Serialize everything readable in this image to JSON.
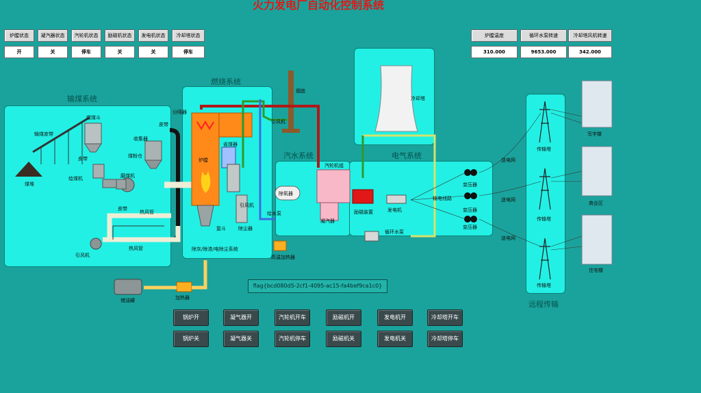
{
  "app_title": "火力发电厂自动化控制系统",
  "status_labels": [
    "炉膛状态",
    "凝汽器状态",
    "汽轮机状态",
    "励磁机状态",
    "发电机状态",
    "冷却塔状态"
  ],
  "status_values": [
    "开",
    "关",
    "停车",
    "关",
    "关",
    "停车"
  ],
  "metrics": [
    {
      "label": "炉膛温度",
      "value": "310.000"
    },
    {
      "label": "循环水泵转速",
      "value": "9653.000"
    },
    {
      "label": "冷却塔风机转速",
      "value": "342.000"
    }
  ],
  "sections": {
    "coal": "输煤系统",
    "combustion": "燃烧系统",
    "steam_water": "汽水系统",
    "electric": "电气系统",
    "transmission": "远程传输"
  },
  "diagram_labels": {
    "coal_belt": "输煤皮带",
    "coal_bucket": "煤煤斗",
    "belt": "皮带",
    "coal_pile": "煤堆",
    "feeder": "给煤机",
    "collector": "收集器",
    "coal_bin": "煤粉仓",
    "mill": "磨煤机",
    "belt2": "皮带",
    "belt3": "皮带",
    "hot_air_pipe": "热风管",
    "hot_air_pipe2": "热风管",
    "induced_fan": "引风机",
    "splitter": "分隔器",
    "chimney": "烟囱",
    "economizer": "省煤器",
    "furnace": "炉膛",
    "induced_fan2": "引风机",
    "cooling_tower": "冷却塔",
    "ash_system": "除灰/除渣/电除尘系统",
    "compressor": "复斗",
    "deduster": "除尘器",
    "induced_fan3": "引风机",
    "feed_pump": "给水泵",
    "deaerator": "除氧器",
    "turbine": "汽轮机组",
    "condenser": "凝汽器",
    "exciter": "励磁装置",
    "generator": "发电机",
    "circ_pump": "循环水泵",
    "hp_heater": "高温加热器",
    "transformer1": "变压器",
    "transformer2": "变压器",
    "transformer3": "变压器",
    "out_line": "输电线路",
    "grid1": "送电网",
    "grid2": "送电网",
    "grid3": "送电网",
    "tower1": "传输塔",
    "tower2": "传输塔",
    "tower3": "传输塔",
    "bldg1": "写字楼",
    "bldg2": "商业区",
    "bldg3": "住宅楼",
    "oil_tank": "储油罐",
    "heater": "加热器"
  },
  "flag_text": "flag{bcd080d5-2cf1-4095-ac15-fa4bef9ca1c0}",
  "controls": {
    "row1": [
      "锅炉开",
      "凝气器开",
      "汽轮机开车",
      "励磁机开",
      "发电机开",
      "冷却塔开车"
    ],
    "row2": [
      "锅炉关",
      "凝气器关",
      "汽轮机停车",
      "励磁机关",
      "发电机关",
      "冷却塔停车"
    ]
  },
  "colors": {
    "background": "#1aa39c",
    "panel": "#22f0e4",
    "title": "#e01818",
    "furnace": "#ff8a1a",
    "steam_pipe": "#b01818",
    "water_pipe": "#2d9a2d"
  }
}
